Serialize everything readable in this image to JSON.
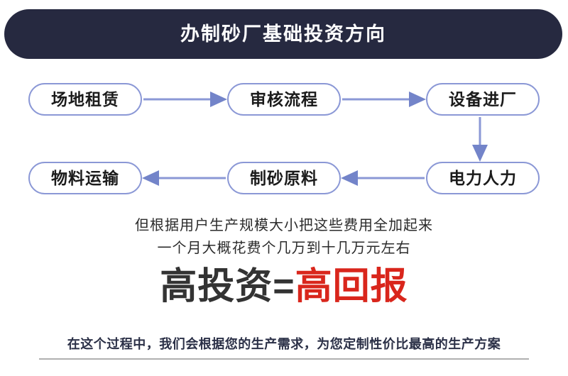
{
  "header": {
    "title": "办制砂厂基础投资方向",
    "background_color": "#262940",
    "text_color": "#ffffff"
  },
  "flow": {
    "accent_color": "#8b98d6",
    "node_text_color": "#1b1b1b",
    "rows": [
      {
        "direction": "left-to-right",
        "nodes": [
          {
            "label": "场地租赁"
          },
          {
            "label": "审核流程"
          },
          {
            "label": "设备进厂"
          }
        ]
      },
      {
        "direction": "right-to-left",
        "nodes": [
          {
            "label": "物料运输"
          },
          {
            "label": "制砂原料"
          },
          {
            "label": "电力人力"
          }
        ]
      }
    ],
    "connectors": [
      {
        "name": "arrow-site-to-review",
        "from": "场地租赁",
        "to": "审核流程",
        "orientation": "horizontal",
        "points": "right"
      },
      {
        "name": "arrow-review-to-equipment",
        "from": "审核流程",
        "to": "设备进厂",
        "orientation": "horizontal",
        "points": "right"
      },
      {
        "name": "arrow-equipment-to-power",
        "from": "设备进厂",
        "to": "电力人力",
        "orientation": "vertical",
        "points": "down"
      },
      {
        "name": "arrow-power-to-material",
        "from": "电力人力",
        "to": "制砂原料",
        "orientation": "horizontal",
        "points": "left"
      },
      {
        "name": "arrow-material-to-transport",
        "from": "制砂原料",
        "to": "物料运输",
        "orientation": "horizontal",
        "points": "left"
      }
    ]
  },
  "description": {
    "line1": "但根据用户生产规模大小把这些费用全加起来",
    "line2": "一个月大概花费个几万到十几万元左右"
  },
  "slogan": {
    "dark_part": "高投资=",
    "red_part": "高回报",
    "dark_color": "#333333",
    "red_color": "#d9261c"
  },
  "footer": {
    "text": "在这个过程中，我们会根据您的生产需求，为您定制性价比最高的生产方案",
    "text_color": "#2b3047",
    "rule_color": "#b0b0b0"
  }
}
